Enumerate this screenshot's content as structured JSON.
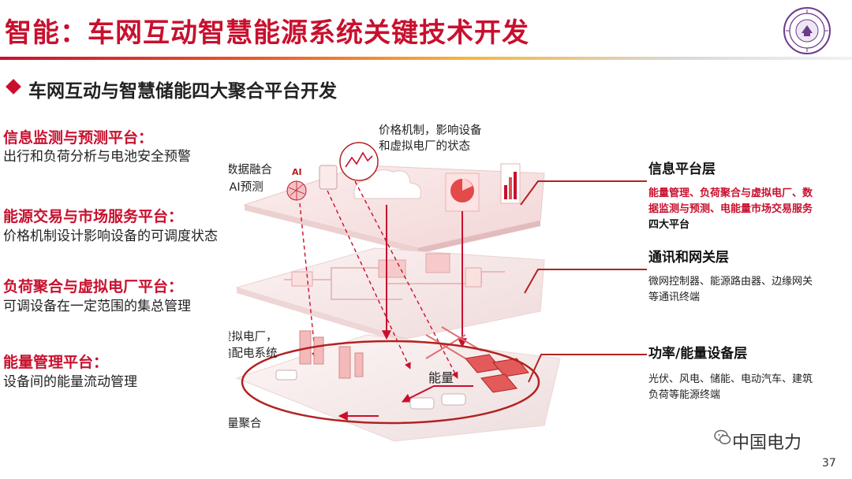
{
  "header": {
    "title": "智能：车网互动智慧能源系统关键技术开发",
    "subtitle": "车网互动与智慧储能四大聚合平台开发"
  },
  "left_platforms": [
    {
      "title": "信息监测与预测平台：",
      "desc": "出行和负荷分析与电池安全预警"
    },
    {
      "title": "能源交易与市场服务平台：",
      "desc": "价格机制设计影响设备的可调度状态"
    },
    {
      "title": "负荷聚合与虚拟电厂平台：",
      "desc": "可调设备在一定范围的集总管理"
    },
    {
      "title": "能量管理平台：",
      "desc": "设备间的能量流动管理"
    }
  ],
  "diagram_notes": {
    "price": [
      "价格机制，影响设备",
      "和虚拟电厂的状态"
    ],
    "sensor": [
      "传感数据融合",
      "与AI预测"
    ],
    "ai_badge": "AI",
    "vpp": [
      "形成虚拟电厂，",
      "连接输配电系统"
    ],
    "energy": "能量",
    "aggregation": "可调的能量聚合"
  },
  "right_layers": [
    {
      "title": "信息平台层",
      "lines": [
        "能量管理、负荷聚合与虚拟电厂、数",
        "据监测与预测、电能量市场交易服务"
      ],
      "last": "四大平台"
    },
    {
      "title": "通讯和网关层",
      "lines": [
        "微网控制器、能源路由器、边缘网关",
        "等通讯终端"
      ]
    },
    {
      "title": "功率/能量设备层",
      "lines": [
        "光伏、风电、储能、电动汽车、建筑",
        "负荷等能源终端"
      ]
    }
  ],
  "footer": {
    "brand": "中国电力",
    "page": "37"
  },
  "colors": {
    "accent": "#c8102e",
    "layer_fill": "#f6e1e1",
    "line": "#b22222"
  }
}
